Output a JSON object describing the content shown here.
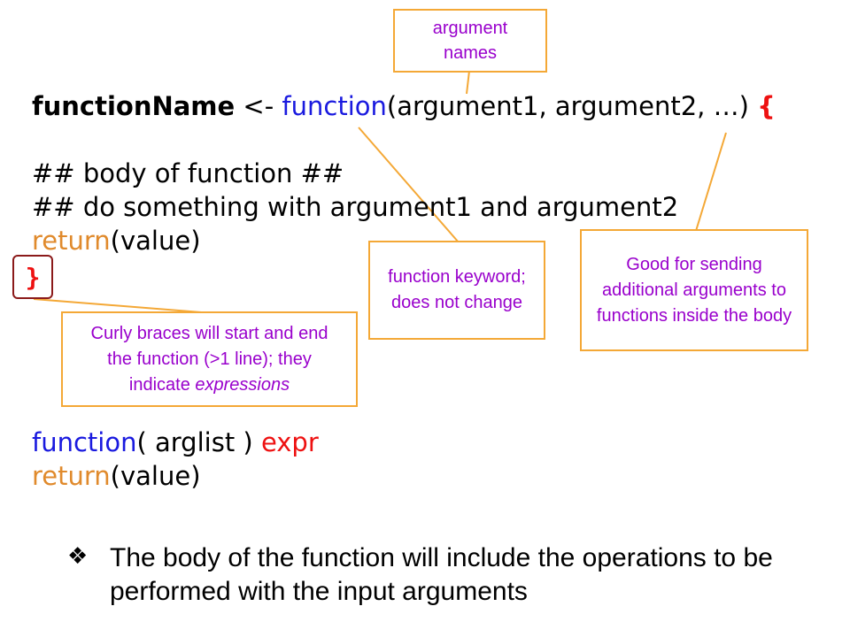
{
  "line1": {
    "name": "functionName",
    "arrow": " <- ",
    "keyword": "function",
    "args": "(argument1, argument2, …) ",
    "brace_open": "{"
  },
  "body_comment1": "## body of function ##",
  "body_comment2": "## do something with argument1 and argument2",
  "return1": {
    "keyword": "return",
    "rest": "(value)"
  },
  "brace_close": "}",
  "syntax": {
    "keyword": "function",
    "arglist": "( arglist ) ",
    "expr": "expr",
    "return_keyword": "return",
    "return_rest": "(value)"
  },
  "callouts": {
    "argument_names": "argument names",
    "function_keyword": "function keyword; does not change",
    "ellipsis": "Good for sending additional arguments to functions inside the body",
    "braces_prefix": "Curly braces will start and end the function (>1 line); they indicate ",
    "braces_emph": "expressions"
  },
  "bullet": {
    "symbol": "❖",
    "text": "The body of the function will include the operations to be performed with the input arguments"
  },
  "colors": {
    "keyword": "#1a1adf",
    "return": "#e08a2c",
    "brace": "#ee1111",
    "callout_border": "#f4a836",
    "callout_text": "#9900cc",
    "brace_box_border": "#8b1a1a"
  }
}
